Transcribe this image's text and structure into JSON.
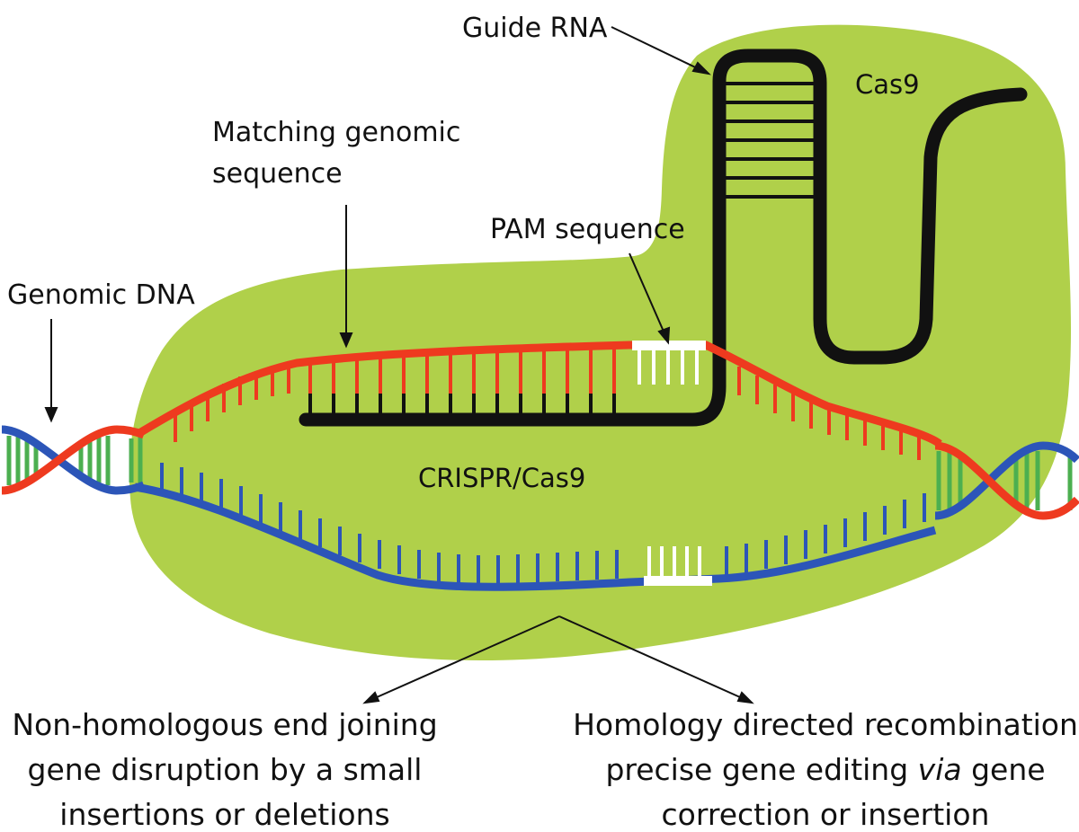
{
  "labels": {
    "guide_rna": "Guide RNA",
    "cas9": "Cas9",
    "matching_line1": "Matching genomic",
    "matching_line2": "sequence",
    "pam": "PAM sequence",
    "genomic_dna": "Genomic DNA",
    "crispr_cas9": "CRISPR/Cas9"
  },
  "outcomes": {
    "nhej": {
      "line1": "Non-homologous end joining",
      "line2": "gene disruption by a small",
      "line3": "insertions or deletions"
    },
    "hdr": {
      "line1": "Homology directed recombination",
      "line2_before": "precise gene editing ",
      "line2_italic": "via",
      "line2_after": " gene",
      "line3": "correction or insertion"
    }
  },
  "colors": {
    "cas9_body": "#b0d04a",
    "target_strand": "#ee3a1f",
    "complementary_strand": "#2c55b8",
    "guide_rna": "#111111",
    "pam": "#ffffff",
    "helix_rungs": "#4caf50"
  }
}
